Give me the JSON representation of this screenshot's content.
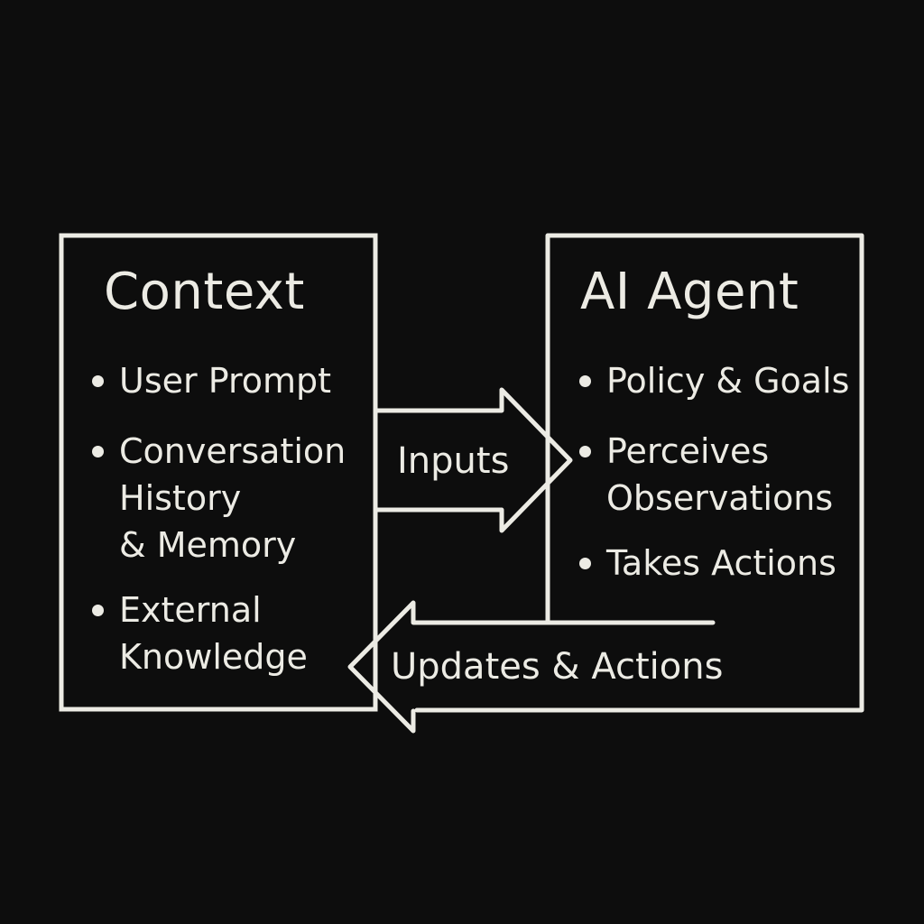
{
  "colors": {
    "background": "#0d0d0d",
    "ink": "#ecebe4"
  },
  "context_box": {
    "title": "Context",
    "items": [
      {
        "text": "User Prompt"
      },
      {
        "text": "Conversation\nHistory\n& Memory"
      },
      {
        "text": "External\nKnowledge"
      }
    ]
  },
  "agent_box": {
    "title": "AI Agent",
    "items": [
      {
        "text": "Policy & Goals"
      },
      {
        "text": "Perceives\nObservations"
      },
      {
        "text": "Takes Actions"
      }
    ]
  },
  "arrows": {
    "inputs_label": "Inputs",
    "feedback_label": "Updates & Actions"
  }
}
